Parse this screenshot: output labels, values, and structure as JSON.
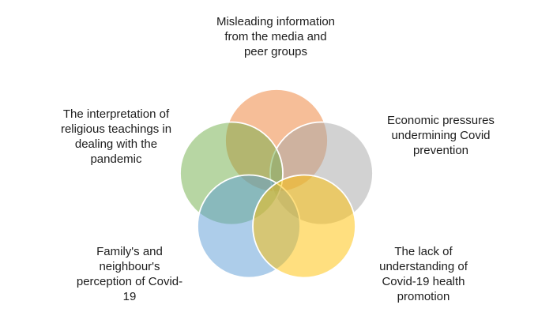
{
  "figure": {
    "type": "venn",
    "background": "#ffffff",
    "text_color": "#1c1c1c",
    "stroke_color": "#ffffff",
    "fill_opacity": 0.5,
    "items": [
      {
        "id": "media-misinformation",
        "position": "top",
        "color": "#ED7D31",
        "label": "Misleading information\nfrom the media and\npeer groups"
      },
      {
        "id": "economic-pressures",
        "position": "upper-right",
        "color": "#A5A5A5",
        "label": "Economic pressures\nundermining Covid\nprevention"
      },
      {
        "id": "health-promotion-understanding",
        "position": "lower-right",
        "color": "#FFC000",
        "label": "The lack of\nunderstanding of\nCovid-19 health\npromotion"
      },
      {
        "id": "family-neighbour-perception",
        "position": "lower-left",
        "color": "#5B9BD5",
        "label": "Family's and\nneighbour's\nperception of Covid-\n19"
      },
      {
        "id": "religious-teachings",
        "position": "upper-left",
        "color": "#70AD47",
        "label": "The interpretation of\nreligious teachings in\ndealing with the\npandemic"
      }
    ]
  }
}
